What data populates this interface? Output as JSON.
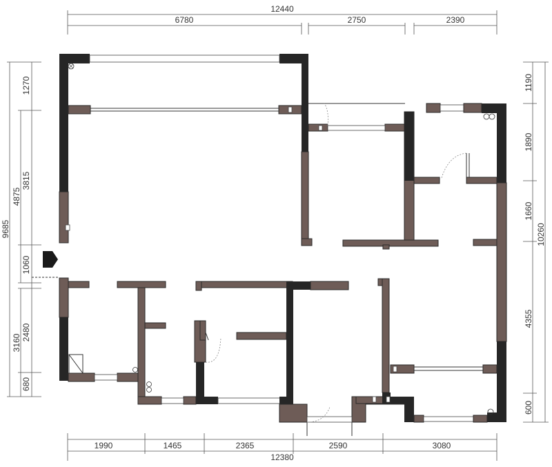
{
  "dimensions": {
    "top_total": "12440",
    "top": [
      "6780",
      "2750",
      "2390"
    ],
    "bottom_total": "12380",
    "bottom": [
      "1990",
      "1465",
      "2365",
      "2590",
      "3080"
    ],
    "left_total": "9685",
    "left_mid": [
      "4875",
      "3160"
    ],
    "left_inner": [
      "1270",
      "3815",
      "1060",
      "2480",
      "680"
    ],
    "right_total": "10260",
    "right": [
      "1190",
      "1890",
      "1660",
      "4355",
      "600"
    ]
  },
  "colors": {
    "wall_dark": "#262626",
    "wall_brown": "#6e5c57",
    "entry_arrow": "#1a1a1a"
  },
  "icons": [
    "entrance-arrow-icon",
    "floor-drain-icon"
  ]
}
